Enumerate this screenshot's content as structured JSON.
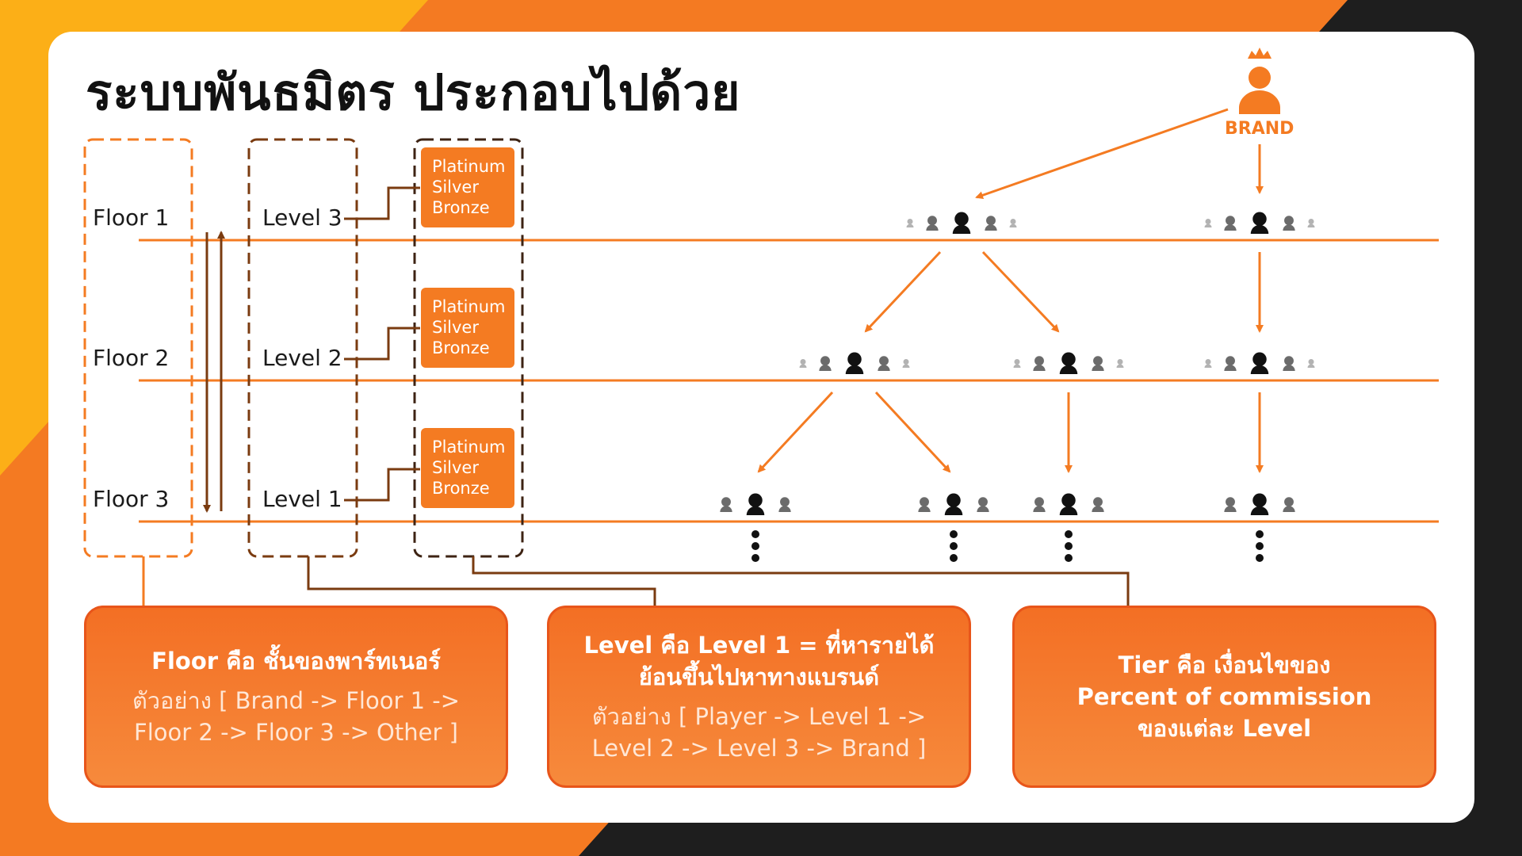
{
  "title": "ระบบพันธมิตร ประกอบไปด้วย",
  "colors": {
    "accent": "#f47b22",
    "dark": "#7a3b10",
    "bg_dark": "#1e1e1e",
    "bg_yellow": "#fcaf17"
  },
  "floors": [
    "Floor 1",
    "Floor 2",
    "Floor 3"
  ],
  "levels": [
    "Level 3",
    "Level 2",
    "Level 1"
  ],
  "tiers": [
    [
      "Platinum",
      "Silver",
      "Bronze"
    ],
    [
      "Platinum",
      "Silver",
      "Bronze"
    ],
    [
      "Platinum",
      "Silver",
      "Bronze"
    ]
  ],
  "brand_label": "BRAND",
  "icons": {
    "brand": "crowned-person-icon",
    "group": "people-group-icon",
    "more": "vertical-ellipsis-icon"
  },
  "info_boxes": {
    "floor": {
      "heading": "Floor คือ ชั้นของพาร์ทเนอร์",
      "example_1": "ตัวอย่าง [ Brand -> Floor 1 ->",
      "example_2": "Floor 2 -> Floor 3 -> Other ]"
    },
    "level": {
      "heading_1": "Level คือ Level 1 = ที่หารายได้",
      "heading_2": "ย้อนขึ้นไปหาทางแบรนด์",
      "example_1": "ตัวอย่าง [ Player -> Level 1 ->",
      "example_2": "Level 2 -> Level 3 -> Brand ]"
    },
    "tier": {
      "line_1": "Tier คือ เงื่อนไขของ",
      "line_2": "Percent of commission",
      "line_3": "ของแต่ละ Level"
    }
  }
}
